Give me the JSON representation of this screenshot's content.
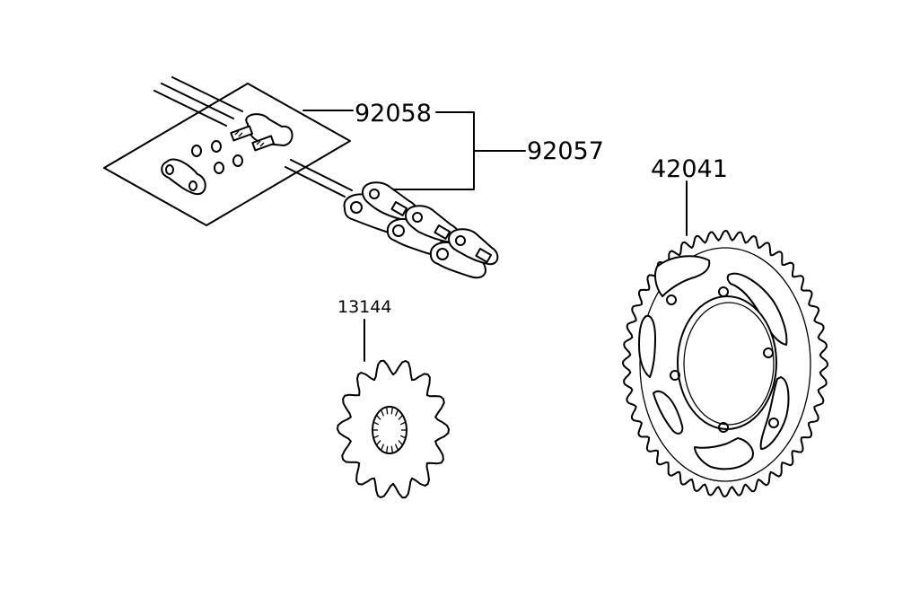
{
  "labels": {
    "chain_joint": "92058",
    "chain": "92057",
    "rear_sprocket": "42041",
    "front_sprocket": "13144"
  },
  "colors": {
    "line": "#000000",
    "background": "#ffffff"
  }
}
